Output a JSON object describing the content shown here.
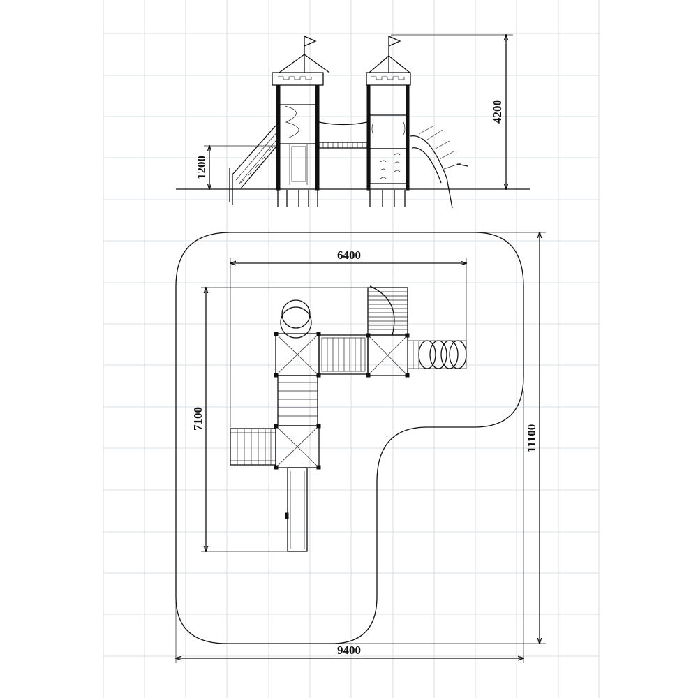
{
  "drawing": {
    "elevation_view": {
      "dim_height_total": "4200",
      "dim_platform_height": "1200"
    },
    "plan_view": {
      "dim_overall_width": "9400",
      "dim_overall_depth": "11100",
      "dim_equipment_width": "6400",
      "dim_equipment_depth": "7100"
    }
  },
  "colors": {
    "line": "#111111",
    "grid": "#cfd6de",
    "background": "#ffffff"
  }
}
